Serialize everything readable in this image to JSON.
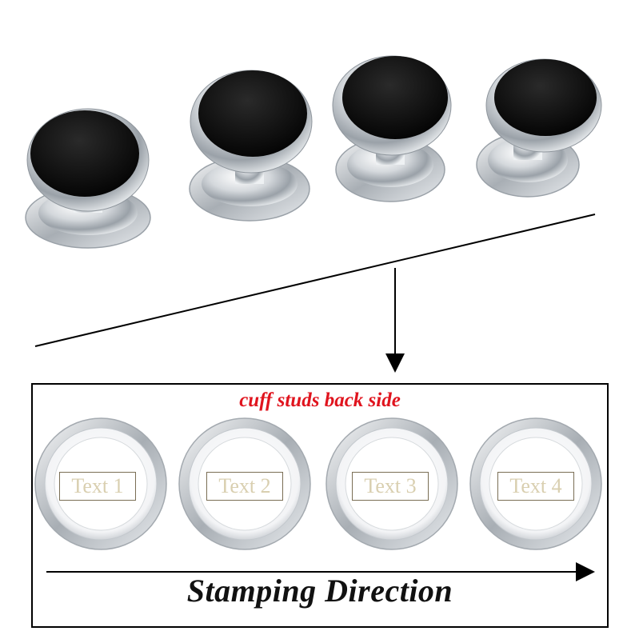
{
  "colors": {
    "caption_red": "#e0141e",
    "stud_face": "#0a0a0a",
    "chrome": "#c8cdd2",
    "engrave_text": "#d9cfb0"
  },
  "product": {
    "front_stud_count": 4,
    "front_stud_icon": "black-onyx-stud-icon"
  },
  "back_panel": {
    "title": "cuff studs back side",
    "labels": [
      "Text 1",
      "Text 2",
      "Text 3",
      "Text 4"
    ],
    "direction_label": "Stamping Direction"
  }
}
